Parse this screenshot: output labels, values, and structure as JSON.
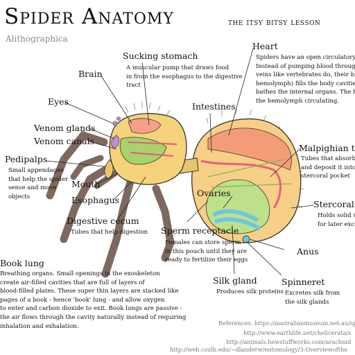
{
  "header": {
    "title": "Spider Anatomy",
    "subtitle": "the itsy bitsy lesson",
    "brand": "Alithographica"
  },
  "labels": {
    "brain": "Brain",
    "eyes": "Eyes",
    "venom_glands": "Venom glands",
    "venom_canals": "Venom canals",
    "pedipalps": "Pedipalps",
    "pedipalps_desc": [
      "Small appendages",
      "that help the spider",
      "sense and move",
      "objects"
    ],
    "mouth": "Mouth",
    "esophagus": "Esophagus",
    "digestive_cecum": "Digestive cecum",
    "digestive_cecum_desc": "Tubes that help digestion",
    "sucking_stomach": "Sucking stomach",
    "sucking_stomach_desc": [
      "A muscular pump that draws food",
      "in from the esophagus to the digestive",
      "tract"
    ],
    "intestines": "Intestines",
    "heart": "Heart",
    "heart_desc": [
      "Spiders have an open circulatory sy",
      "Instead of pumping blood through",
      "veins like vertebrates do, their bloo",
      "hemolymph) fills the body cavities a",
      "bathes the internal organs. The hea",
      "the hemolymph circulating."
    ],
    "malpighian": "Malpighian tub",
    "malpighian_desc": [
      "Tubes that absorb",
      "and deposit it into",
      "stercoral pocket"
    ],
    "stercoral": "Stercoral p",
    "stercoral_desc": [
      "Holds solid w",
      "for later excre"
    ],
    "ovaries": "Ovaries",
    "anus": "Anus",
    "sperm_receptacle": "Sperm receptacle",
    "sperm_receptacle_desc": [
      "Females can store sperm",
      "in this pouch until they are",
      "ready to fertilize their eggs"
    ],
    "book_lung": "Book lung",
    "book_lung_desc": [
      "Breathing organs. Small openings in the exoskeleton",
      "create air-filled cavities that are full of layers of",
      "blood-filled plates. These super thin layers are stacked like",
      "pages of a book - hence 'book' lung - and allow oxygen",
      "to enter and carbon dioxide to exit. Book lungs are passive -",
      "the air flows through the cavity naturally instead of requiring",
      "inhalation and exhalation."
    ],
    "silk_gland": "Silk gland",
    "silk_gland_desc": "Produces silk proteins",
    "spinneret": "Spinneret",
    "spinneret_desc": [
      "Excretes silk from",
      "the silk glands"
    ]
  },
  "references": [
    "References: https://australianmuseum.net.au/sp",
    "http://www.earthlife.net/chelicerata/s",
    "http://animals.howstuffworks.com/arachnid",
    "http://web.csulb.edu/~dlanderw/entomology/3-Overviewofthe"
  ],
  "colors": {
    "leg": "#7e6960",
    "cephalothorax": "#f4d37a",
    "abdomen": "#f7cf86",
    "heart": "#f49c77",
    "digestive": "#a7d36d",
    "intestine": "#e65f7f",
    "silk": "#6fc7dd",
    "venom": "#bf8fd8"
  }
}
